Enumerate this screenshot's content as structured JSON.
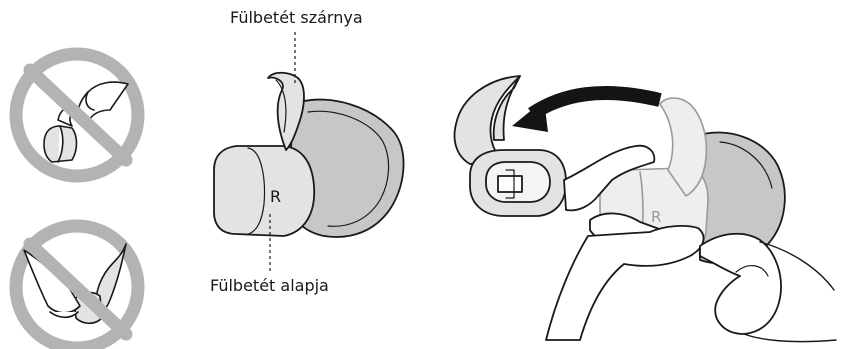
{
  "labels": {
    "wing": "Fülbetét szárnya",
    "base": "Fülbetét alapja"
  },
  "tip_side_letter": "R",
  "icons": [
    "prohibited-pinch-icon",
    "prohibited-pull-wing-icon",
    "rotate-arrow-icon"
  ],
  "colors": {
    "outline": "#1a1a1a",
    "prohibit": "#b3b3b3",
    "tip_fill": "#e3e3e3",
    "tip_shadow": "#c7c7c7",
    "ghost_fill": "#eeeeee",
    "arrow": "#141414"
  }
}
